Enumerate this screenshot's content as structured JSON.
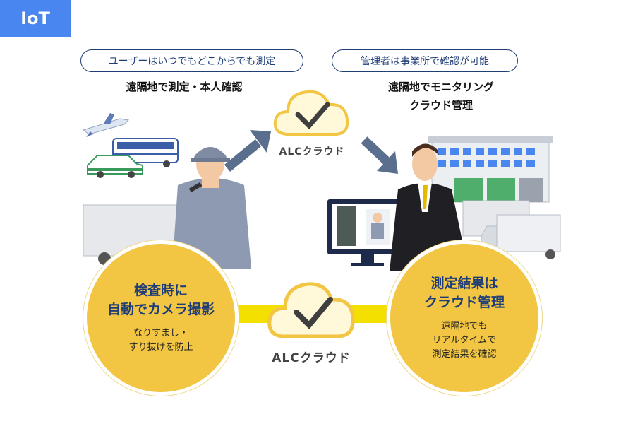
{
  "corner_tag": "IoT",
  "left_pill": "ユーザーはいつでもどこからでも測定",
  "right_pill": "管理者は事業所で確認が可能",
  "left_headline": "遠隔地で測定・本人確認",
  "right_headline_lines": [
    "遠隔地でモニタリング",
    "クラウド管理"
  ],
  "cloud_top_label": "ALCクラウド",
  "cloud_bottom_label": "ALCクラウド",
  "left_circle": {
    "title_lines": [
      "検査時に",
      "自動でカメラ撮影"
    ],
    "sub_lines": [
      "なりすまし・",
      "すり抜けを防止"
    ]
  },
  "right_circle": {
    "title_lines": [
      "測定結果は",
      "クラウド管理"
    ],
    "sub_lines": [
      "遠隔地でも",
      "リアルタイムで",
      "測定結果を確認"
    ]
  },
  "colors": {
    "tag_blue": "#4a86f0",
    "navy": "#1f3d77",
    "circle_yellow": "#f2c542",
    "band_yellow": "#f3e000",
    "arrow_gray": "#5a6e8e"
  }
}
